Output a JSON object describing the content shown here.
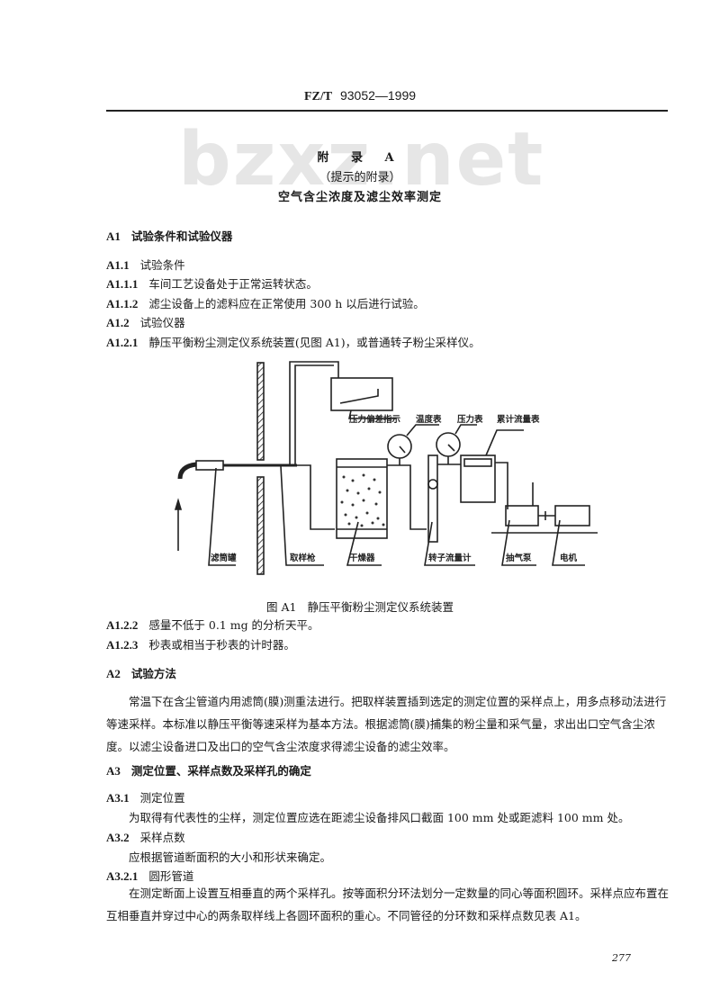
{
  "header": {
    "code": "FZ/T",
    "number": "93052—1999"
  },
  "watermark": "bzxz.net",
  "appendix": {
    "title": "附 录 A",
    "subtitle": "（提示的附录）",
    "heading": "空气含尘浓度及滤尘效率测定"
  },
  "sections": {
    "a1": {
      "num": "A1",
      "title": "试验条件和试验仪器"
    },
    "a1_1": {
      "num": "A1.1",
      "title": "试验条件"
    },
    "a1_1_1": {
      "num": "A1.1.1",
      "text": "车间工艺设备处于正常运转状态。"
    },
    "a1_1_2": {
      "num": "A1.1.2",
      "text": "滤尘设备上的滤料应在正常使用 300 h 以后进行试验。"
    },
    "a1_2": {
      "num": "A1.2",
      "title": "试验仪器"
    },
    "a1_2_1": {
      "num": "A1.2.1",
      "text": "静压平衡粉尘测定仪系统装置(见图 A1)，或普通转子粉尘采样仪。"
    },
    "a1_2_2": {
      "num": "A1.2.2",
      "text": "感量不低于 0.1 mg 的分析天平。"
    },
    "a1_2_3": {
      "num": "A1.2.3",
      "text": "秒表或相当于秒表的计时器。"
    },
    "a2": {
      "num": "A2",
      "title": "试验方法",
      "body": "常温下在含尘管道内用滤筒(膜)测重法进行。把取样装置插到选定的测定位置的采样点上，用多点移动法进行等速采样。本标准以静压平衡等速采样为基本方法。根据滤筒(膜)捕集的粉尘量和采气量，求出出口空气含尘浓度。以滤尘设备进口及出口的空气含尘浓度求得滤尘设备的滤尘效率。"
    },
    "a3": {
      "num": "A3",
      "title": "测定位置、采样点数及采样孔的确定"
    },
    "a3_1": {
      "num": "A3.1",
      "title": "测定位置",
      "body": "为取得有代表性的尘样，测定位置应选在距滤尘设备排风口截面 100 mm 处或距滤料 100 mm 处。"
    },
    "a3_2": {
      "num": "A3.2",
      "title": "采样点数",
      "body": "应根据管道断面积的大小和形状来确定。"
    },
    "a3_2_1": {
      "num": "A3.2.1",
      "title": "圆形管道",
      "body": "在测定断面上设置互相垂直的两个采样孔。按等面积分环法划分一定数量的同心等面积圆环。采样点应布置在互相垂直并穿过中心的两条取样线上各圆环面积的重心。不同管径的分环数和采样点数见表 A1。"
    }
  },
  "figure": {
    "caption_num": "图 A1",
    "caption_text": "静压平衡粉尘测定仪系统装置",
    "labels": {
      "filter_holder": "滤筒罐",
      "sampling_gun": "取样枪",
      "dryer": "干燥器",
      "pressure_indicator": "压力偏差指示",
      "thermometer": "温度表",
      "pressure_gauge": "压力表",
      "flow_totalizer": "累计流量表",
      "rotameter": "转子流量计",
      "pump": "抽气泵",
      "motor": "电机"
    }
  },
  "page_number": "277"
}
